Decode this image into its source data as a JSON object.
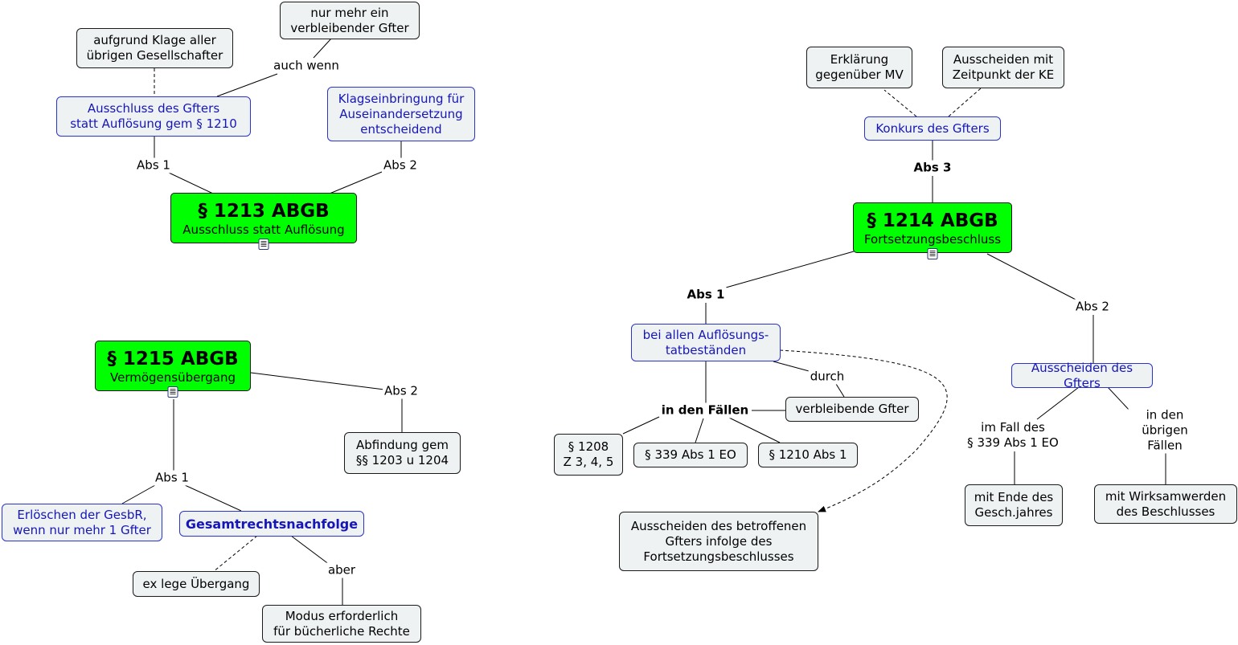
{
  "nodes": {
    "n1213": {
      "title": "§ 1213 ABGB",
      "subtitle": "Ausschluss statt Auflösung"
    },
    "ausschluss": "Ausschluss des Gfters\nstatt Auflösung gem § 1210",
    "klage_aller": "aufgrund Klage aller\nübrigen Gesellschafter",
    "nur_mehr": "nur mehr ein\nverbleibender Gfter",
    "klagseinbringung": "Klagseinbringung für\nAuseinandersetzung\nentscheidend",
    "n1215": {
      "title": "§ 1215 ABGB",
      "subtitle": "Vermögensübergang"
    },
    "abfindung": "Abfindung gem\n§§ 1203 u 1204",
    "erloeschen": "Erlöschen der GesbR,\nwenn nur mehr 1 Gfter",
    "gesamtrecht": "Gesamtrechtsnachfolge",
    "ex_lege": "ex lege Übergang",
    "modus": "Modus erforderlich\nfür bücherliche Rechte",
    "erklaerung": "Erklärung\ngegenüber MV",
    "ausscheiden_ke": "Ausscheiden mit\nZeitpunkt der KE",
    "konkurs": "Konkurs des Gfters",
    "n1214": {
      "title": "§ 1214 ABGB",
      "subtitle": "Fortsetzungsbeschluss"
    },
    "bei_allen": "bei allen Auflösungs-\ntatbeständen",
    "verbleibende": "verbleibende Gfter",
    "p1208": "§ 1208\nZ 3, 4, 5",
    "p339": "§ 339 Abs 1 EO",
    "p1210": "§ 1210 Abs 1",
    "ausscheiden_betr": "Ausscheiden des betroffenen\nGfters infolge des\nFortsetzungsbeschlusses",
    "ausscheiden_gfters": "Ausscheiden des Gfters",
    "mit_ende": "mit Ende des\nGesch.jahres",
    "mit_wirksam": "mit Wirksamwerden\ndes Beschlusses"
  },
  "labels": {
    "auch_wenn": "auch wenn",
    "abs1_a": "Abs 1",
    "abs2_a": "Abs 2",
    "abs2_b": "Abs 2",
    "abs1_b": "Abs 1",
    "aber": "aber",
    "abs3": "Abs 3",
    "abs1_c": "Abs 1",
    "abs2_c": "Abs 2",
    "durch": "durch",
    "in_den_faellen": "in den Fällen",
    "im_fall_des": "im Fall des\n§ 339 Abs 1 EO",
    "in_den_uebrigen": "in den übrigen Fällen"
  },
  "colors": {
    "accent_green": "#00ff00",
    "link_blue": "#1616b8"
  },
  "icons": [
    "note-icon"
  ]
}
